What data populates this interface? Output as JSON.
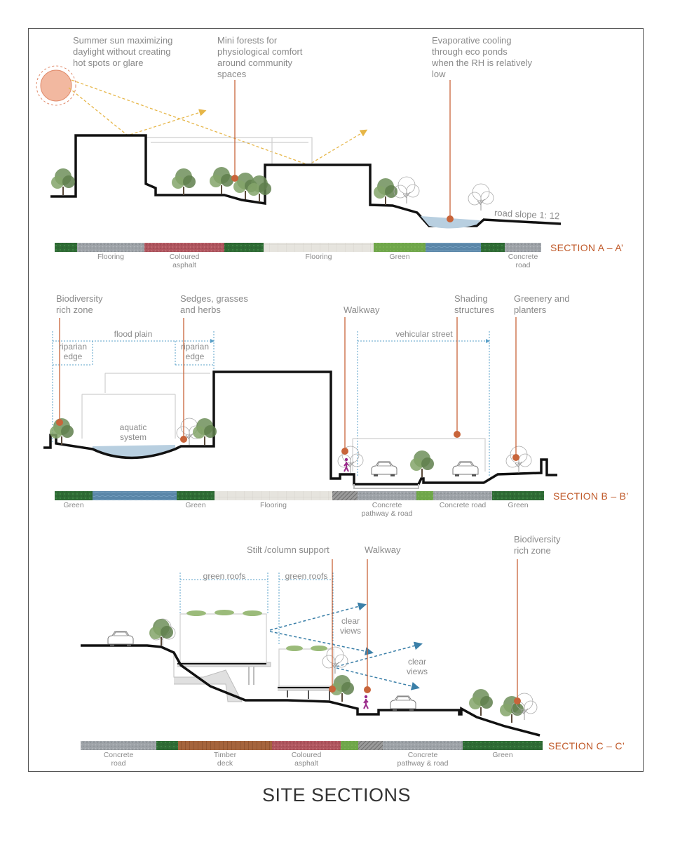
{
  "title": "SITE SECTIONS",
  "colors": {
    "accent": "#c8643a",
    "green": "#2f6b35",
    "water": "#5a86a8",
    "asphalt": "#b0565f",
    "concrete": "#9aa0a6",
    "flooring": "#e4e2dc",
    "timber": "#a0603a",
    "sun": "#f2b8a0",
    "arrow_yellow": "#e6b648",
    "arrow_blue": "#3a7fa8"
  },
  "sections": [
    {
      "label": "SECTION A – A’",
      "annotations": [
        "Summer sun maximizing\ndaylight without creating\nhot spots or glare",
        "Mini forests for\nphysiological comfort\naround community\nspaces",
        "Evaporative cooling\nthrough eco ponds\nwhen the RH is relatively\nlow"
      ],
      "notes": [
        "road slope 1: 12"
      ],
      "materials": [
        {
          "label": "",
          "type": "green"
        },
        {
          "label": "Flooring",
          "type": "concrete"
        },
        {
          "label": "Coloured\nasphalt",
          "type": "asphalt"
        },
        {
          "label": "",
          "type": "green"
        },
        {
          "label": "Flooring",
          "type": "flooring"
        },
        {
          "label": "Green",
          "type": "lightgreen"
        },
        {
          "label": "",
          "type": "water"
        },
        {
          "label": "",
          "type": "green"
        },
        {
          "label": "Concrete\nroad",
          "type": "concrete"
        }
      ]
    },
    {
      "label": "SECTION B – B’",
      "annotations": [
        "Biodiversity\nrich zone",
        "Sedges, grasses\nand herbs",
        "Walkway",
        "Shading\nstructures",
        "Greenery and\nplanters"
      ],
      "dimensions": [
        "flood plain",
        "riparian\nedge",
        "riparian\nedge",
        "vehicular street"
      ],
      "notes": [
        "aquatic\nsystem"
      ],
      "materials": [
        {
          "label": "Green",
          "type": "green"
        },
        {
          "label": "",
          "type": "water"
        },
        {
          "label": "Green",
          "type": "green"
        },
        {
          "label": "Flooring",
          "type": "flooring"
        },
        {
          "label": "",
          "type": "pattern"
        },
        {
          "label": "Concrete\npathway & road",
          "type": "concrete"
        },
        {
          "label": "",
          "type": "lightgreen"
        },
        {
          "label": "Concrete road",
          "type": "concrete"
        },
        {
          "label": "Green",
          "type": "green"
        }
      ]
    },
    {
      "label": "SECTION C – C’",
      "annotations": [
        "Stilt /column support",
        "Walkway",
        "Biodiversity\nrich zone"
      ],
      "dimensions": [
        "green roofs",
        "green roofs"
      ],
      "notes": [
        "clear\nviews",
        "clear\nviews"
      ],
      "materials": [
        {
          "label": "Concrete\nroad",
          "type": "concrete"
        },
        {
          "label": "",
          "type": "green"
        },
        {
          "label": "Timber\ndeck",
          "type": "timber"
        },
        {
          "label": "Coloured\nasphalt",
          "type": "asphalt"
        },
        {
          "label": "",
          "type": "lightgreen"
        },
        {
          "label": "",
          "type": "pattern"
        },
        {
          "label": "Concrete\npathway & road",
          "type": "concrete"
        },
        {
          "label": "Green",
          "type": "green"
        }
      ]
    }
  ]
}
